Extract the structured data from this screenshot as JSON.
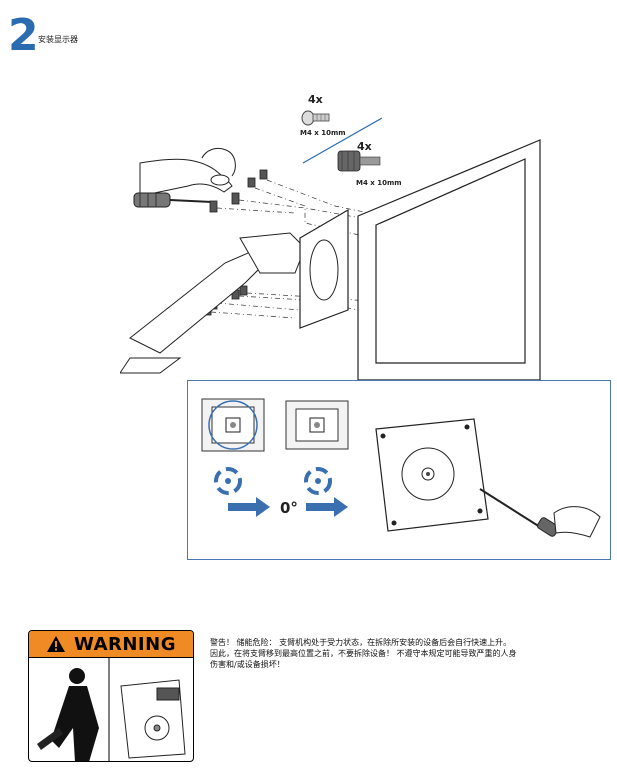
{
  "step": {
    "number": "2",
    "title": "安装显示器"
  },
  "parts": [
    {
      "qty": "4x",
      "spec": "M4 x 10mm",
      "icon": "small-screw-icon"
    },
    {
      "qty": "4x",
      "spec": "M4 x 10mm",
      "icon": "thumb-screw-icon"
    }
  ],
  "rotation": {
    "angle_label": "0°"
  },
  "warning": {
    "header": "WARNING",
    "lines": [
      "警告！ 储能危险： 支臂机构处于受力状态，在拆除所安装的设备后会自行快速上升。",
      "因此，在将支臂移到最高位置之前，不要拆除设备！ 不遵守本规定可能导致严重的人身",
      "伤害和/或设备损坏！"
    ]
  },
  "colors": {
    "step_blue": "#2b6cb0",
    "warning_orange": "#f08a24",
    "arrow_blue": "#3a6fb0"
  }
}
